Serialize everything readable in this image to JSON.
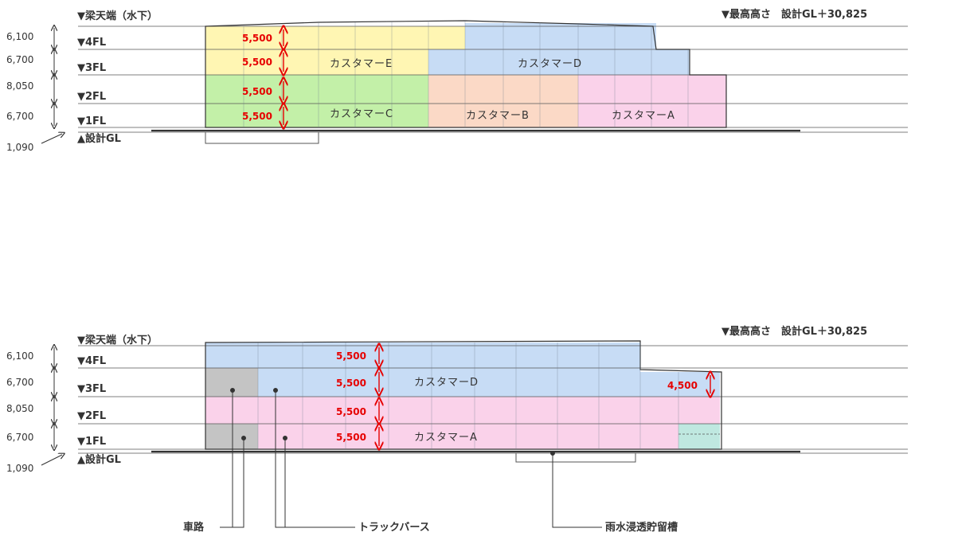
{
  "colors": {
    "yellow": "#fff6b3",
    "blue": "#c7dcf5",
    "green": "#c3f0a8",
    "orange": "#fbd9c6",
    "pink": "#fad2ea",
    "gray": "#c4c4c4",
    "teal": "#bfe8e0",
    "red": "#e60000"
  },
  "section1": {
    "levels": {
      "beam_top": "▼梁天端（水下）",
      "fl4": "▼4FL",
      "fl3": "▼3FL",
      "fl2": "▼2FL",
      "fl1": "▼1FL",
      "gl": "▲設計GL"
    },
    "heights": [
      "6,100",
      "6,700",
      "8,050",
      "6,700",
      "1,090"
    ],
    "max_height": "▼最高高さ　設計GL＋30,825",
    "ceiling_heights": [
      "5,500",
      "5,500",
      "5,500",
      "5,500"
    ],
    "customers": {
      "e": "カスタマーE",
      "d": "カスタマーD",
      "c": "カスタマーC",
      "b": "カスタマーB",
      "a": "カスタマーA"
    }
  },
  "section2": {
    "levels": {
      "beam_top": "▼梁天端（水下）",
      "fl4": "▼4FL",
      "fl3": "▼3FL",
      "fl2": "▼2FL",
      "fl1": "▼1FL",
      "gl": "▲設計GL"
    },
    "heights": [
      "6,100",
      "6,700",
      "8,050",
      "6,700",
      "1,090"
    ],
    "max_height": "▼最高高さ　設計GL＋30,825",
    "ceiling_heights": [
      "5,500",
      "5,500",
      "5,500",
      "5,500"
    ],
    "side_height": "4,500",
    "customers": {
      "d": "カスタマーD",
      "a": "カスタマーA"
    },
    "callouts": {
      "road": "車路",
      "truck_berth": "トラックバース",
      "rain_tank": "雨水浸透貯留槽"
    }
  }
}
